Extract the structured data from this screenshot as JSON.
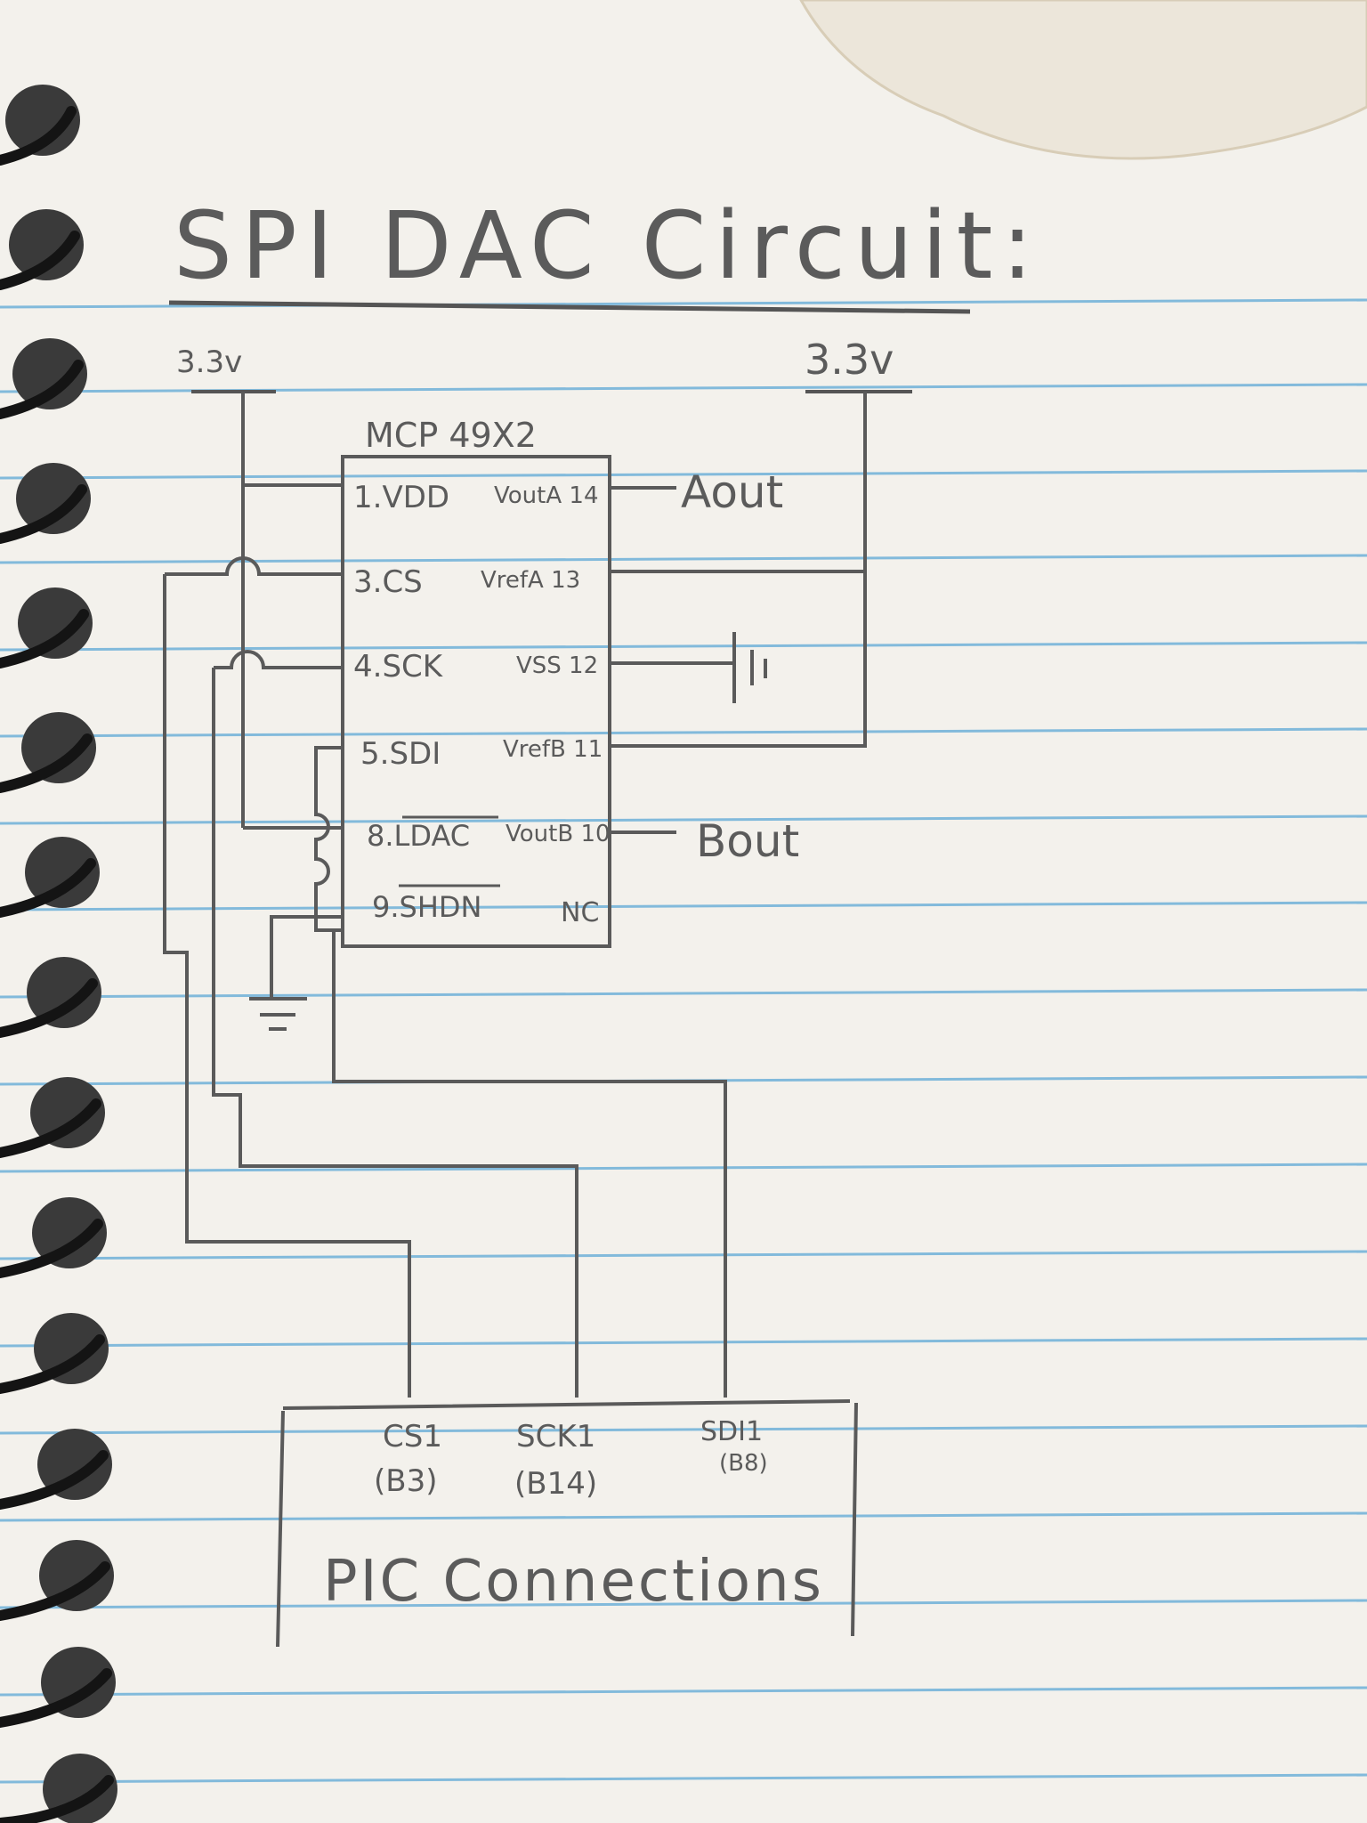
{
  "diagram": {
    "title": "SPI DAC Circuit:",
    "supply_left": "3.3v",
    "supply_right": "3.3v",
    "chip": {
      "part": "MCP 49X2",
      "pins_left": [
        "1.VDD",
        "3.CS",
        "4.SCK",
        "5.SDI",
        "8.LDAC",
        "9.SHDN"
      ],
      "pins_right": [
        "VoutA 14",
        "VrefA 13",
        "VSS 12",
        "VrefB 11",
        "VoutB 10",
        "NC"
      ]
    },
    "outputs": {
      "a_out": "Aout",
      "b_out": "Bout"
    },
    "pic": {
      "label": "PIC Connections",
      "pins": [
        {
          "name": "CS1",
          "port": "(B3)"
        },
        {
          "name": "SCK1",
          "port": "(B14)"
        },
        {
          "name": "SDI1",
          "port": "(B8)"
        }
      ]
    }
  }
}
